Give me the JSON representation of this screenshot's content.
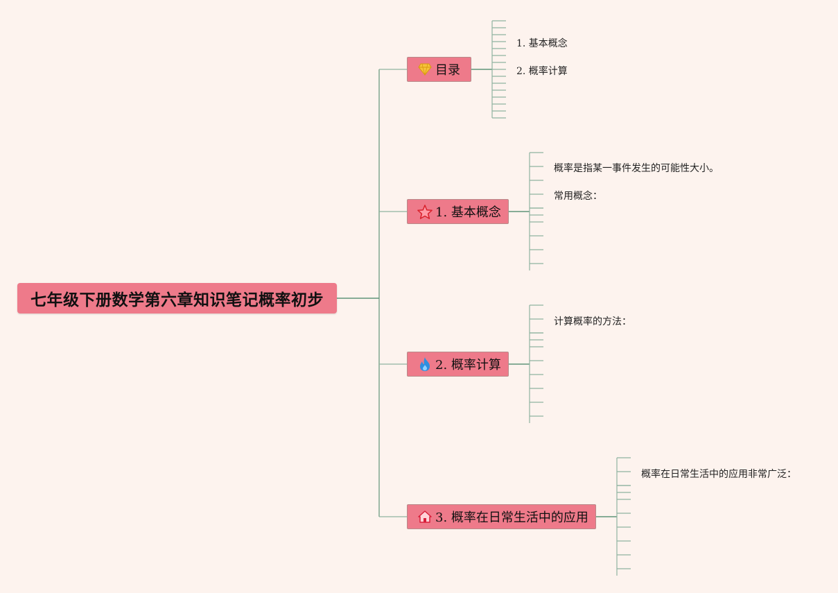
{
  "root": {
    "title": "七年级下册数学第六章知识笔记概率初步"
  },
  "branches": [
    {
      "label": "目录",
      "icon": "diamond-icon",
      "children": [
        "1. 基本概念",
        "2. 概率计算"
      ]
    },
    {
      "label": "1. 基本概念",
      "icon": "star-icon",
      "children": [
        "概率是指某一事件发生的可能性大小。",
        "常用概念："
      ]
    },
    {
      "label": "2. 概率计算",
      "icon": "flame-icon",
      "children": [
        "计算概率的方法："
      ]
    },
    {
      "label": "3. 概率在日常生活中的应用",
      "icon": "home-icon",
      "children": [
        "概率在日常生活中的应用非常广泛："
      ]
    }
  ],
  "colors": {
    "background": "#fdf3ee",
    "node": "#ee7a8a",
    "connector": "#5f9478",
    "leaf_line": "#8fb3a0"
  }
}
